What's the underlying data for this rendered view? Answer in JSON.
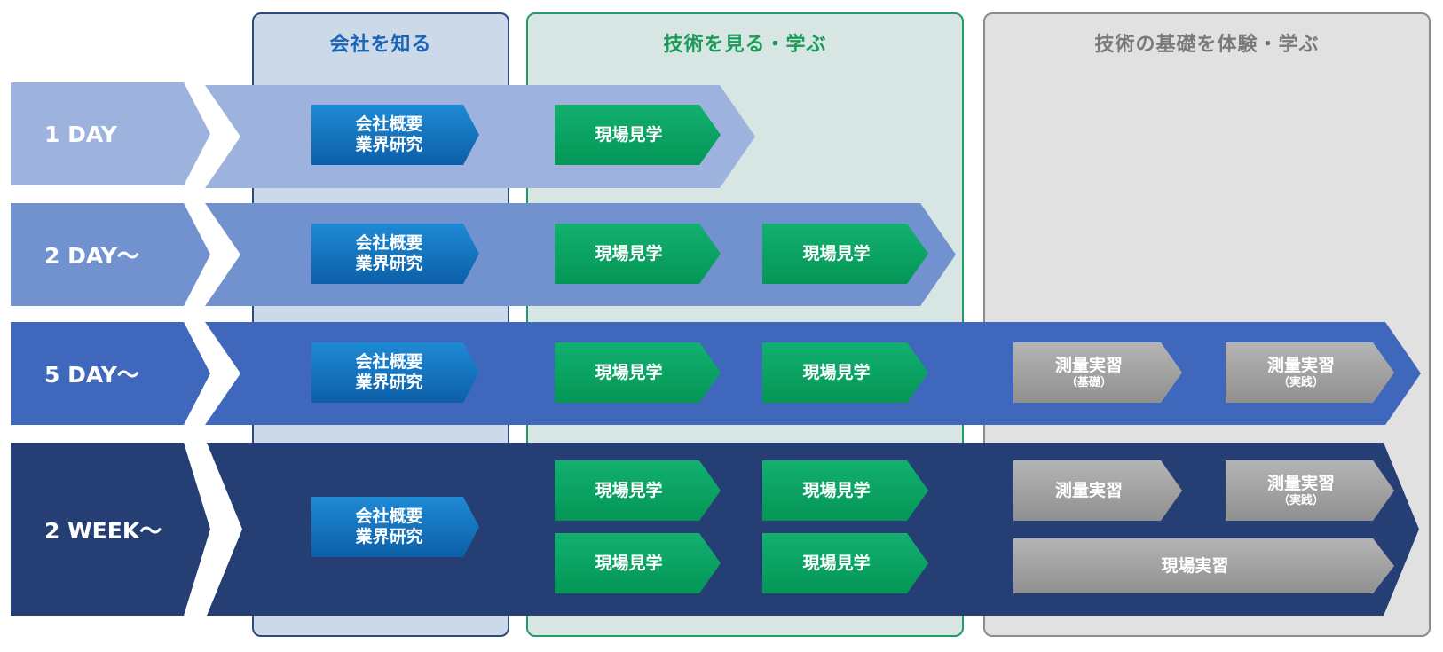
{
  "columns": {
    "company": {
      "title": "会社を知る"
    },
    "tech": {
      "title": "技術を見る・学ぶ"
    },
    "basics": {
      "title": "技術の基礎を体験・学ぶ"
    }
  },
  "colors": {
    "row_1day": "#9db3de",
    "row_2day": "#7192cf",
    "row_5day": "#3f68bd",
    "row_2week": "#253f75",
    "company_chip": "#0c6ab8",
    "site_chip": "#06a160",
    "survey_chip": "#9c9c9c"
  },
  "rows": [
    {
      "label": "1 DAY",
      "company": {
        "line1": "会社概要",
        "line2": "業界研究"
      },
      "site_visits": [
        "現場見学"
      ]
    },
    {
      "label": "2 DAY～",
      "company": {
        "line1": "会社概要",
        "line2": "業界研究"
      },
      "site_visits": [
        "現場見学",
        "現場見学"
      ]
    },
    {
      "label": "5 DAY～",
      "company": {
        "line1": "会社概要",
        "line2": "業界研究"
      },
      "site_visits": [
        "現場見学",
        "現場見学"
      ],
      "surveys": [
        {
          "main": "測量実習",
          "sub": "（基礎）"
        },
        {
          "main": "測量実習",
          "sub": "（実践）"
        }
      ]
    },
    {
      "label": "2 WEEK～",
      "company": {
        "line1": "会社概要",
        "line2": "業界研究"
      },
      "site_visits": [
        "現場見学",
        "現場見学",
        "現場見学",
        "現場見学"
      ],
      "surveys": [
        {
          "main": "測量実習",
          "sub": ""
        },
        {
          "main": "測量実習",
          "sub": "（実践）"
        }
      ],
      "field_practice": "現場実習"
    }
  ]
}
